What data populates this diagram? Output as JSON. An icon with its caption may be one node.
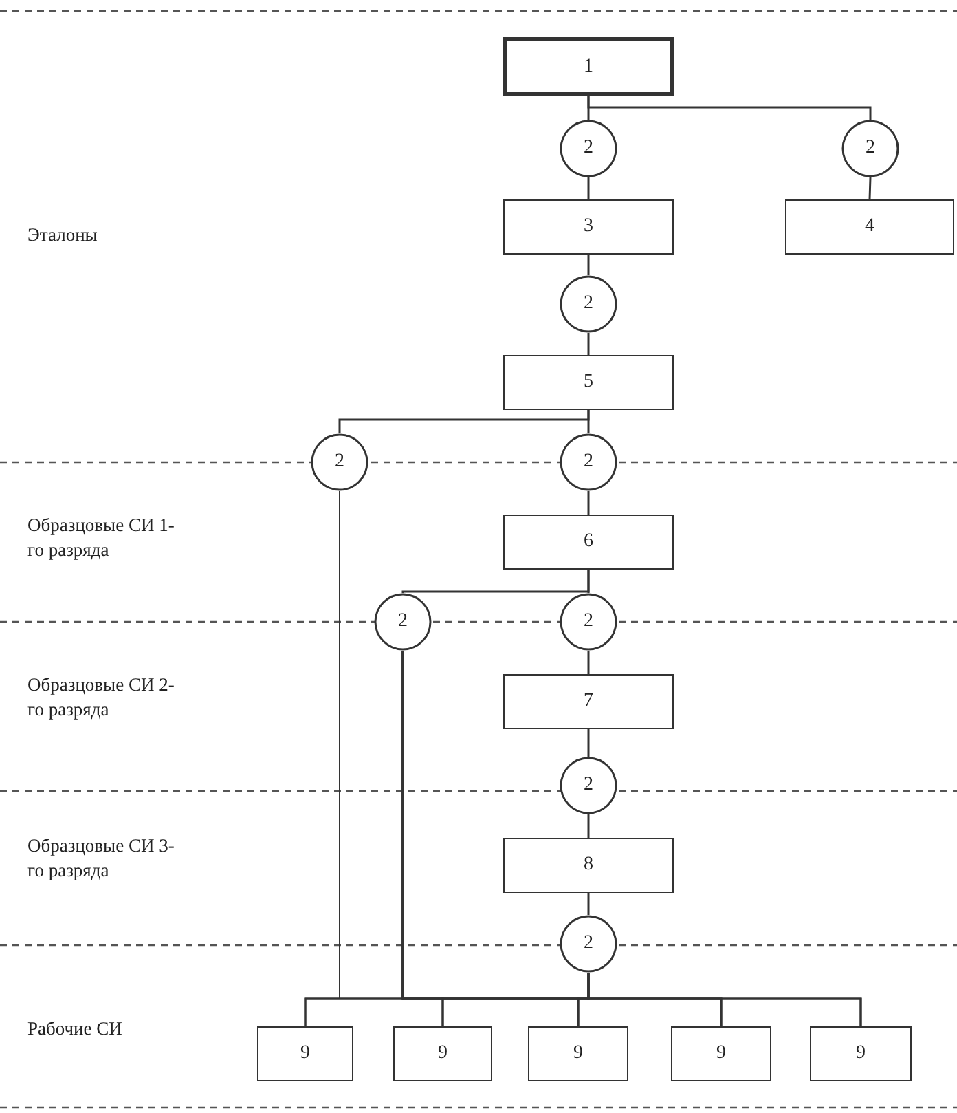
{
  "diagram": {
    "nodes": [
      {
        "text": [
          "1"
        ]
      },
      {
        "text": [
          "2"
        ]
      },
      {
        "text": [
          "2"
        ]
      },
      {
        "text": [
          "3"
        ]
      },
      {
        "text": [
          "4"
        ]
      },
      {
        "text": [
          "2"
        ]
      },
      {
        "text": [
          "5"
        ]
      },
      {
        "text": [
          "2"
        ]
      },
      {
        "text": [
          "2"
        ]
      },
      {
        "text": [
          "6"
        ]
      },
      {
        "text": [
          "2"
        ]
      },
      {
        "text": [
          "2"
        ]
      },
      {
        "text": [
          "7"
        ]
      },
      {
        "text": [
          "2"
        ]
      },
      {
        "text": [
          "8"
        ]
      },
      {
        "text": [
          "2"
        ]
      },
      {
        "text": [
          "9"
        ]
      },
      {
        "text": [
          "9"
        ]
      },
      {
        "text": [
          "9"
        ]
      },
      {
        "text": [
          "9"
        ]
      },
      {
        "text": [
          "9"
        ]
      }
    ],
    "edges": [
      {
        "from": 0,
        "to": 1,
        "arrow": "none"
      },
      {
        "from": 0,
        "to": 2,
        "arrow": "none"
      },
      {
        "from": 1,
        "to": 3,
        "arrow": "none"
      },
      {
        "from": 2,
        "to": 4,
        "arrow": "none"
      },
      {
        "from": 3,
        "to": 5,
        "arrow": "none"
      },
      {
        "from": 5,
        "to": 6,
        "arrow": "none"
      },
      {
        "from": 6,
        "to": 7,
        "arrow": "none"
      },
      {
        "from": 6,
        "to": 8,
        "arrow": "none"
      },
      {
        "from": 8,
        "to": 9,
        "arrow": "none"
      },
      {
        "from": 9,
        "to": 10,
        "arrow": "none"
      },
      {
        "from": 9,
        "to": 11,
        "arrow": "none"
      },
      {
        "from": 11,
        "to": 12,
        "arrow": "none"
      },
      {
        "from": 12,
        "to": 13,
        "arrow": "none"
      },
      {
        "from": 13,
        "to": 14,
        "arrow": "none"
      },
      {
        "from": 14,
        "to": 15,
        "arrow": "none"
      },
      {
        "from": 15,
        "to": 16,
        "arrow": "none"
      },
      {
        "from": 15,
        "to": 17,
        "arrow": "none"
      },
      {
        "from": 15,
        "to": 18,
        "arrow": "none"
      },
      {
        "from": 15,
        "to": 19,
        "arrow": "none"
      },
      {
        "from": 15,
        "to": 20,
        "arrow": "none"
      },
      {
        "from": 7,
        "to": 16,
        "arrow": "none"
      },
      {
        "from": 7,
        "to": 17,
        "arrow": "none"
      },
      {
        "from": 7,
        "to": 18,
        "arrow": "none"
      },
      {
        "from": 7,
        "to": 19,
        "arrow": "none"
      },
      {
        "from": 7,
        "to": 20,
        "arrow": "none"
      },
      {
        "from": 10,
        "to": 16,
        "arrow": "none"
      },
      {
        "from": 10,
        "to": 17,
        "arrow": "none"
      },
      {
        "from": 10,
        "to": 18,
        "arrow": "none"
      },
      {
        "from": 10,
        "to": 19,
        "arrow": "none"
      },
      {
        "from": 10,
        "to": 20,
        "arrow": "none"
      }
    ],
    "labels": [
      "Эталоны",
      "Образцовые СИ 1-го разряда",
      "Образцовые СИ 2-го разряда",
      "Образцовые СИ 3-го разряда",
      "Рабочие СИ"
    ]
  }
}
